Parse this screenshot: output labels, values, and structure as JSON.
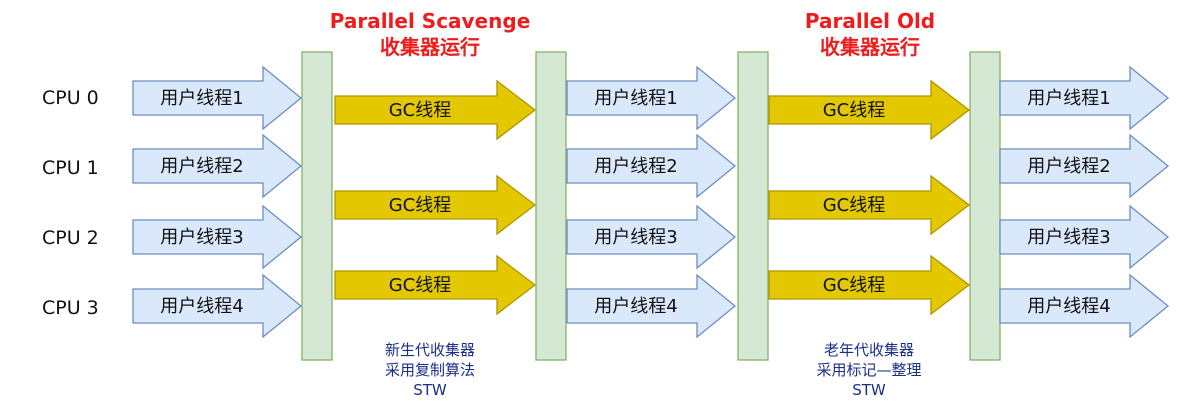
{
  "cpus": [
    "CPU 0",
    "CPU 1",
    "CPU 2",
    "CPU 3"
  ],
  "user_threads": [
    "用户线程1",
    "用户线程2",
    "用户线程3",
    "用户线程4"
  ],
  "gc_thread_label": "GC线程",
  "phases": [
    {
      "title": "Parallel Scavenge",
      "subtitle": "收集器运行",
      "note": [
        "新生代收集器",
        "采用复制算法",
        "STW"
      ]
    },
    {
      "title": "Parallel Old",
      "subtitle": "收集器运行",
      "note": [
        "老年代收集器",
        "采用标记—整理",
        "STW"
      ]
    }
  ],
  "colors": {
    "user_fill": "#dae8fc",
    "user_stroke": "#6c8ebf",
    "gc_fill": "#e3c800",
    "gc_stroke": "#b09500",
    "bar_fill": "#d5e8d4",
    "bar_stroke": "#82b366",
    "title": "#ee1c1c",
    "note": "#1a2f8a"
  }
}
